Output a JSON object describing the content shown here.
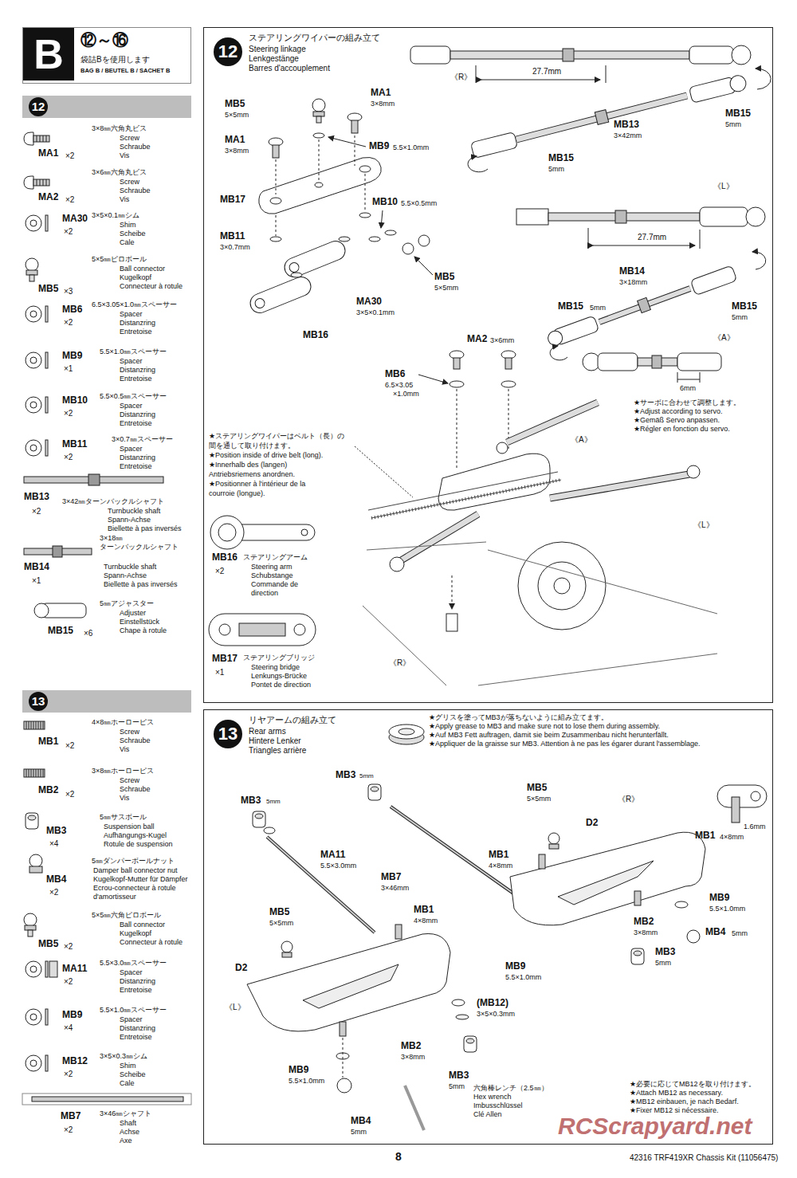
{
  "diagram": {
    "nodes": [
      {
        "text": [
          "B",
          "⑫～⑯",
          "袋詰Bを使用します",
          "BAG B / BEUTEL B / SACHET B"
        ]
      },
      {
        "text": [
          "12"
        ]
      },
      {
        "text": [
          "12",
          "ステアリングワイパーの組み立て",
          "Steering linkage",
          "Lenkgestänge",
          "Barres d'accouplement"
        ]
      },
      {
        "text": [
          "13"
        ]
      },
      {
        "text": [
          "13",
          "リヤアームの組み立て",
          "Rear arms",
          "Hintere Lenker",
          "Triangles arrière"
        ]
      }
    ],
    "labels": [
      "3×8㎜六角丸ビス",
      "Screw",
      "Schraube",
      "Vis",
      "MA1",
      "×2",
      "3×6㎜六角丸ビス",
      "Screw",
      "Schraube",
      "Vis",
      "MA2",
      "×2",
      "3×5×0.1㎜シム",
      "Shim",
      "Scheibe",
      "Cale",
      "MA30",
      "×2",
      "5×5㎜ピロボール",
      "Ball connector",
      "Kugelkopf",
      "Connecteur à rotule",
      "MB5",
      "×3",
      "6.5×3.05×1.0㎜スペーサー",
      "Spacer",
      "Distanzring",
      "Entretoise",
      "MB6",
      "×2",
      "5.5×1.0㎜スペーサー",
      "Spacer",
      "Distanzring",
      "Entretoise",
      "MB9",
      "×1",
      "5.5×0.5㎜スペーサー",
      "Spacer",
      "Distanzring",
      "Entretoise",
      "MB10",
      "×2",
      "3×0.7㎜スペーサー",
      "Spacer",
      "Distanzring",
      "Entretoise",
      "MB11",
      "×2",
      "MB13",
      "3×42㎜ターンバックルシャフト",
      "Turnbuckle shaft",
      "Spann-Achse",
      "Biellette à pas inversés",
      "×2",
      "3×18㎜",
      "ターンバックルシャフト",
      "Turnbuckle shaft",
      "Spann-Achse",
      "Biellette à pas inversés",
      "MB14",
      "×1",
      "5㎜アジャスター",
      "Adjuster",
      "Einstellstück",
      "Chape à rotule",
      "MB15",
      "×6",
      "MB16",
      "×2",
      "ステアリングアーム",
      "Steering arm",
      "Schubstange",
      "Commande de",
      "direction",
      "MB17",
      "×1",
      "ステアリングブリッジ",
      "Steering bridge",
      "Lenkungs-Brücke",
      "Pontet de direction",
      "4×8㎜ホーローピス",
      "Screw",
      "Schraube",
      "Vis",
      "MB1",
      "×2",
      "3×8㎜ホーローピス",
      "Screw",
      "Schraube",
      "Vis",
      "MB2",
      "×2",
      "5㎜サスボール",
      "Suspension ball",
      "Aufhängungs-Kugel",
      "Rotule de suspension",
      "MB3",
      "×4",
      "5㎜ダンパーボールナット",
      "Damper ball connector nut",
      "Kugelkopf-Mutter für Dämpfer",
      "Ecrou-connecteur à rotule",
      "d'amortisseur",
      "MB4",
      "×2",
      "5×5㎜六角ピロボール",
      "Ball connector",
      "Kugelkopf",
      "Connecteur à rotule",
      "MB5",
      "×2",
      "5.5×3.0㎜スペーサー",
      "Spacer",
      "Distanzring",
      "Entretoise",
      "MA11",
      "×2",
      "5.5×1.0㎜スペーサー",
      "Spacer",
      "Distanzring",
      "Entretoise",
      "MB9",
      "×4",
      "3×5×0.3㎜シム",
      "Shim",
      "Scheibe",
      "Cale",
      "MB12",
      "×2",
      "MB7",
      "×2",
      "3×46㎜シャフト",
      "Shaft",
      "Achse",
      "Axe",
      "《R》",
      "27.7mm",
      "MB15",
      "5mm",
      "MB13",
      "3×42mm",
      "MB15",
      "5mm",
      "《L》",
      "27.7mm",
      "MB14",
      "3×18mm",
      "MB15",
      "5mm",
      "MB15",
      "5mm",
      "《A》",
      "6mm",
      "★サーボに合わせて調整します。",
      "★Adjust according to servo.",
      "★Gemäß Servo anpassen.",
      "★Régler en fonction du servo.",
      "MB5",
      "5×5mm",
      "MA1",
      "3×8mm",
      "MA1",
      "3×8mm",
      "MB9",
      "5.5×1.0mm",
      "MB17",
      "MB10",
      "5.5×0.5mm",
      "MB11",
      "3×0.7mm",
      "MB5",
      "5×5mm",
      "MA30",
      "3×5×0.1mm",
      "MB16",
      "MA2",
      "3×6mm",
      "MB6",
      "6.5×3.05",
      "×1.0mm",
      "《A》",
      "《L》",
      "《R》",
      "★ステアリングワイパーはベルト（長）の",
      "間を通して取り付けます。",
      "★Position inside of drive belt (long).",
      "★Innerhalb des (langen)",
      "Antriebsriemens anordnen.",
      "★Positionner à l'intérieur de la",
      "courroie (longue).",
      "★グリスを塗ってMB3が落ちないように組み立てます。",
      "★Apply grease to MB3 and make sure not to lose them during assembly.",
      "★Auf MB3 Fett auftragen, damit sie beim Zusammenbau nicht herunterfällt.",
      "★Appliquer de la graisse sur MB3. Attention à ne pas les égarer durant l'assemblage.",
      "MB3",
      "5mm",
      "MB3",
      "5mm",
      "MB5",
      "5×5mm",
      "《R》",
      "D2",
      "MA11",
      "5.5×3.0mm",
      "MB1",
      "4×8mm",
      "1.6mm",
      "MB1",
      "4×8mm",
      "MB7",
      "3×46mm",
      "MB5",
      "5×5mm",
      "MB1",
      "4×8mm",
      "MB9",
      "5.5×1.0mm",
      "MB2",
      "3×8mm",
      "MB3",
      "5mm",
      "MB4",
      "5mm",
      "D2",
      "MB9",
      "5.5×1.0mm",
      "《L》",
      "(MB12)",
      "3×5×0.3mm",
      "MB2",
      "3×8mm",
      "MB9",
      "5.5×1.0mm",
      "MB3",
      "5mm",
      "六角棒レンチ（2.5㎜）",
      "Hex wrench",
      "Imbusschlüssel",
      "Clé Allen",
      "MB4",
      "5mm",
      "★必要に応じてMB12を取り付けます。",
      "★Attach MB12 as necessary.",
      "★MB12 einbauen, je nach Bedarf.",
      "★Fixer MB12 si nécessaire.",
      "RCScrapyard.net",
      "8",
      "42316 TRF419XR Chassis Kit (11056475)"
    ]
  }
}
